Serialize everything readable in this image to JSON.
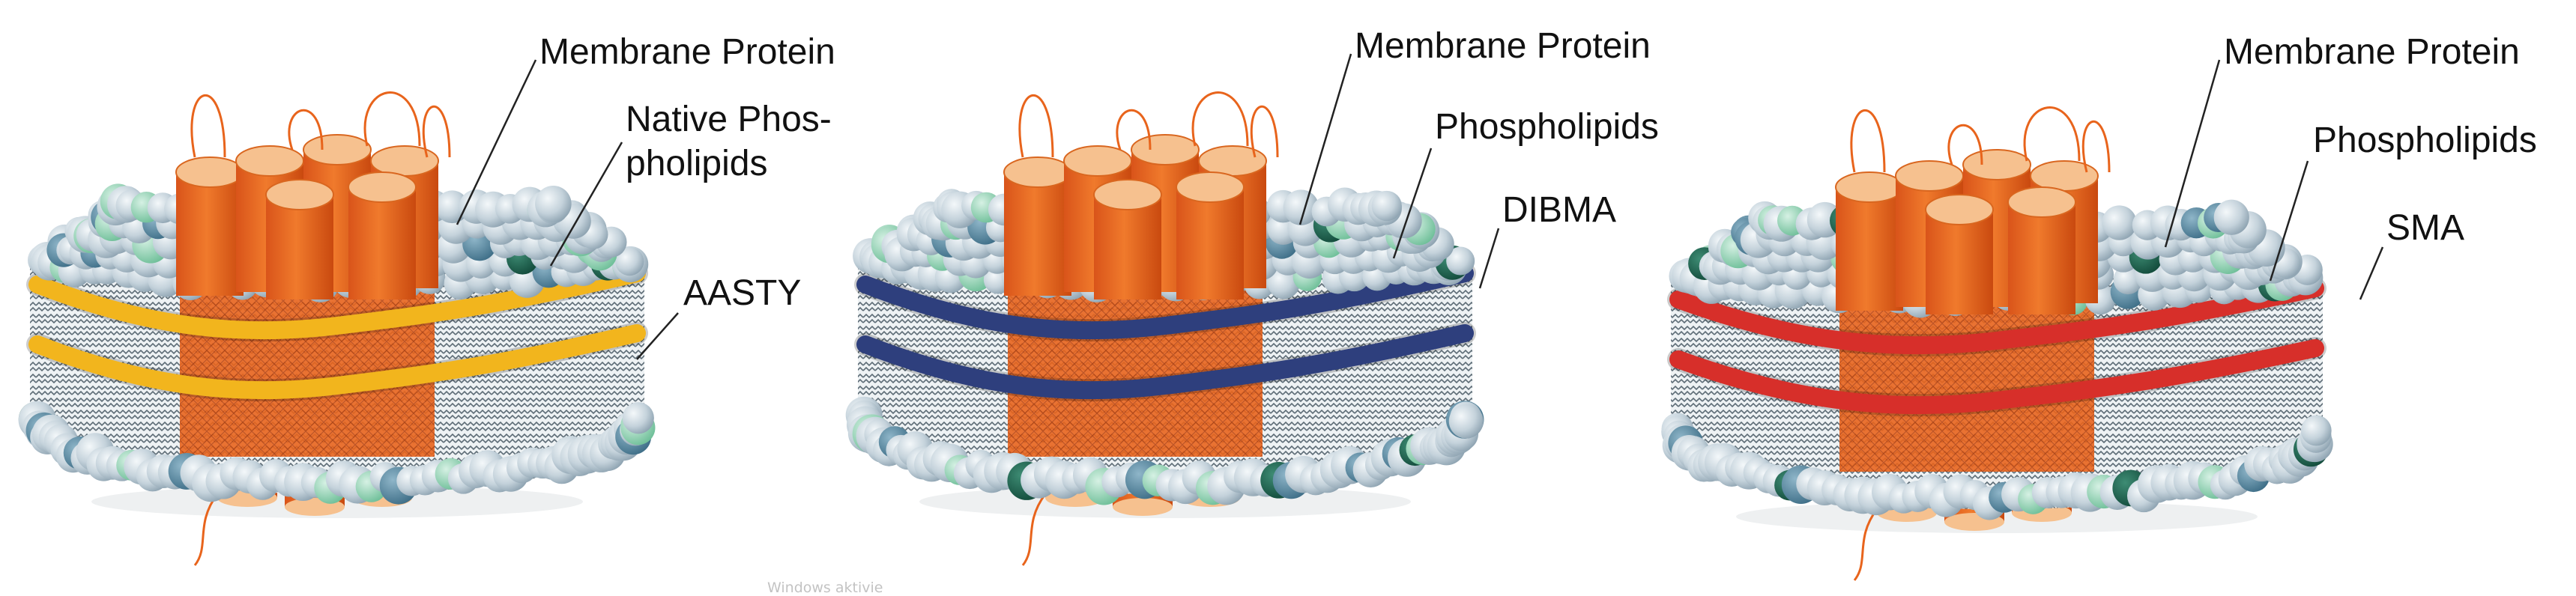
{
  "panels": [
    {
      "labels": [
        "Membrane Protein",
        "Native Phos-",
        "pholipids",
        "AASTY"
      ],
      "polymer_color": "#f2b51d"
    },
    {
      "labels": [
        "Membrane Protein",
        "Phospholipids",
        "DIBMA"
      ],
      "polymer_color": "#2e3f7d"
    },
    {
      "labels": [
        "Membrane Protein",
        "Phospholipids",
        "SMA"
      ],
      "polymer_color": "#d72f2a"
    }
  ],
  "watermark": "Windows aktivie",
  "colors": {
    "protein": "#e8641c",
    "protein_top": "#f6c18f",
    "lipid_head": "#c6d4dd",
    "lipid_dark": "#1f6b57",
    "lipid_green": "#8ccfb0",
    "lipid_blue": "#5f90a8"
  }
}
